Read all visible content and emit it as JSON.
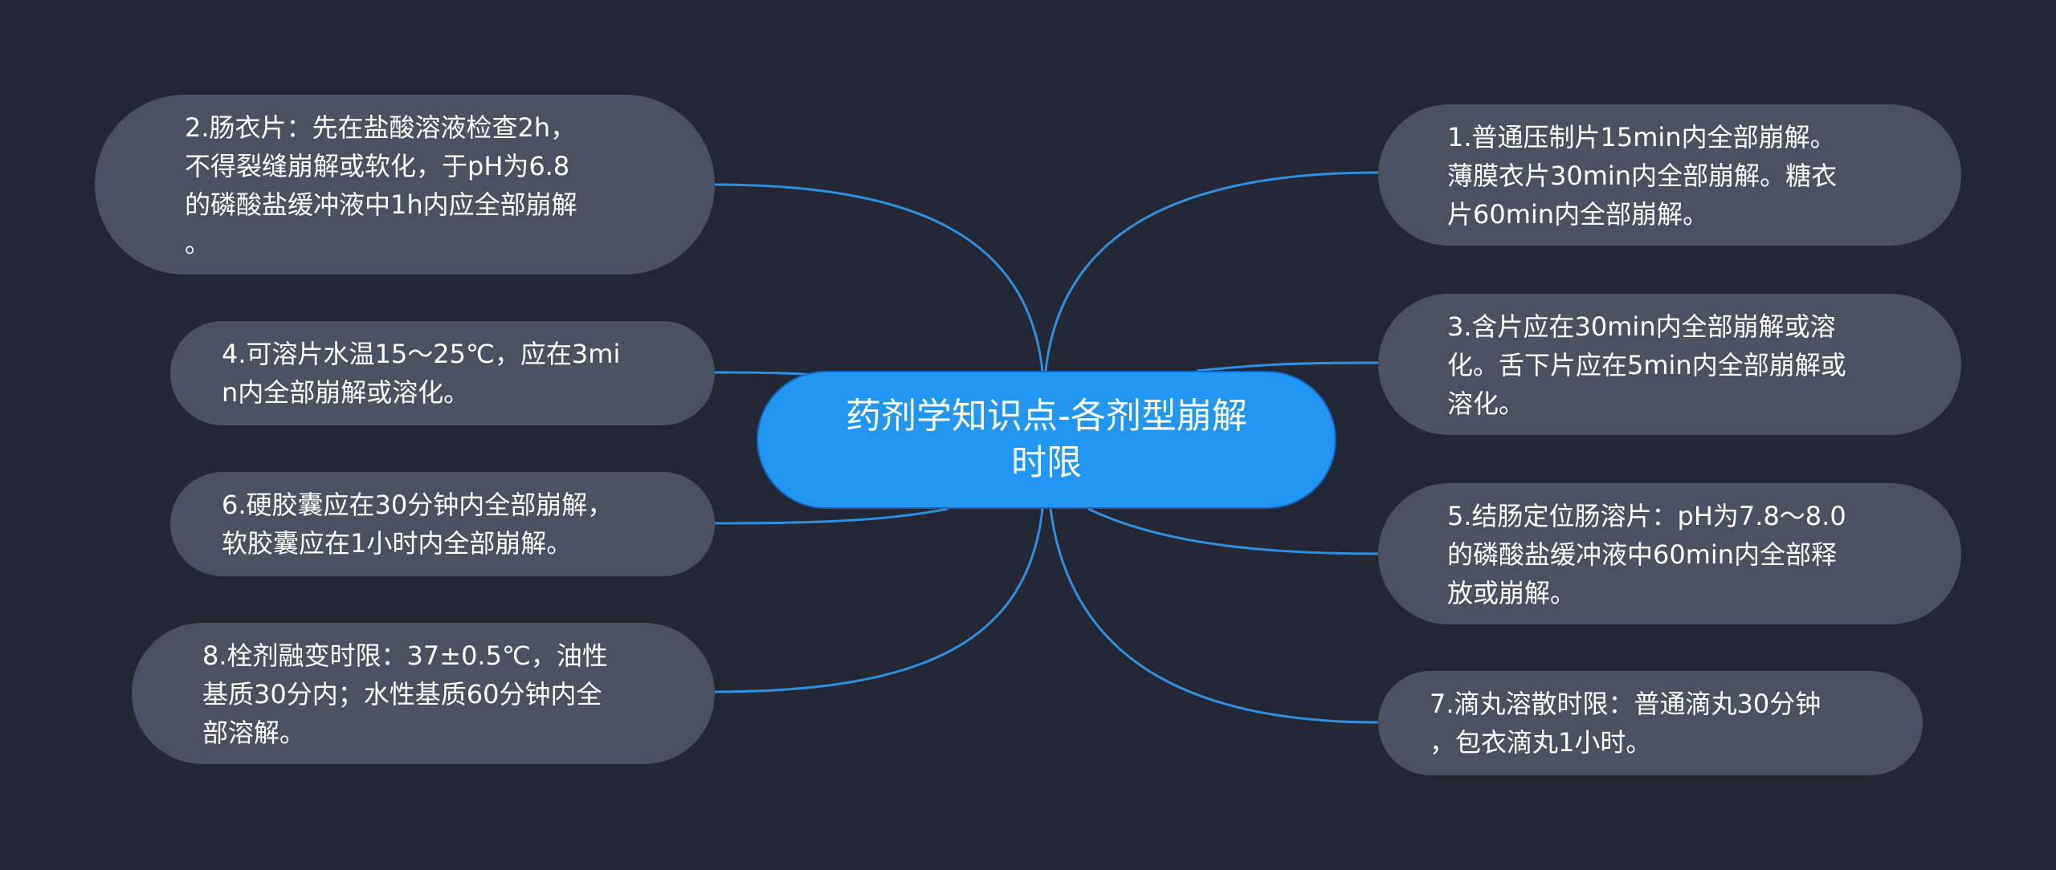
{
  "map": {
    "root": "药剂学知识点-各剂型崩解\n时限",
    "nodes": {
      "n1": "1.普通压制片15min内全部崩解。\n薄膜衣片30min内全部崩解。糖衣\n片60min内全部崩解。",
      "n2": "2.肠衣片：先在盐酸溶液检查2h，\n不得裂缝崩解或软化，于pH为6.8\n的磷酸盐缓冲液中1h内应全部崩解\n。",
      "n3": "3.含片应在30min内全部崩解或溶\n化。舌下片应在5min内全部崩解或\n溶化。",
      "n4": "4.可溶片水温15～25℃，应在3mi\nn内全部崩解或溶化。",
      "n5": "5.结肠定位肠溶片：pH为7.8～8.0\n的磷酸盐缓冲液中60min内全部释\n放或崩解。",
      "n6": "6.硬胶囊应在30分钟内全部崩解，\n软胶囊应在1小时内全部崩解。",
      "n7": "7.滴丸溶散时限：普通滴丸30分钟\n，包衣滴丸1小时。",
      "n8": "8.栓剂融变时限：37±0.5℃，油性\n基质30分内；水性基质60分钟内全\n部溶解。"
    }
  },
  "colors": {
    "background": "#232733",
    "node_fill": "#4a5161",
    "root_fill": "#2196f3",
    "line": "#2e8fe0",
    "text": "#ffffff"
  }
}
